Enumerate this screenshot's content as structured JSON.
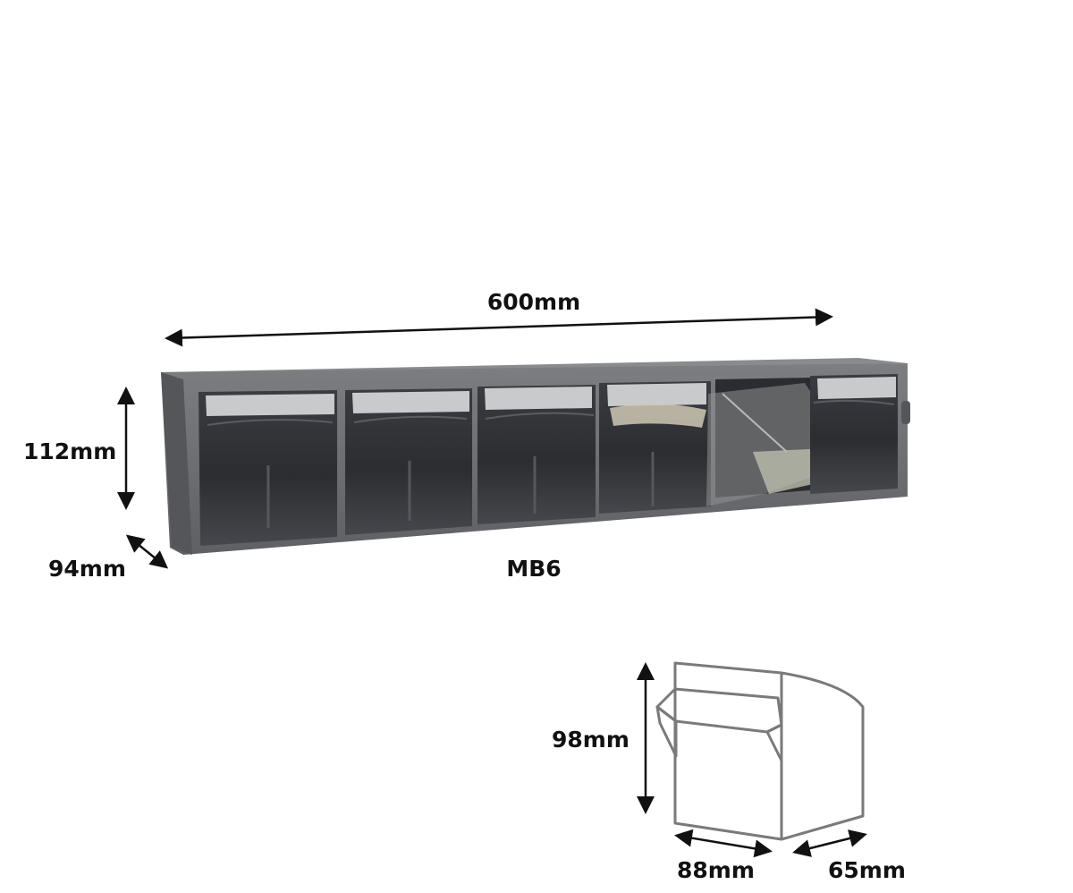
{
  "main_unit": {
    "model": "MB6",
    "width_label": "600mm",
    "height_label": "112mm",
    "depth_label": "94mm",
    "bin_count": 6
  },
  "single_bin": {
    "height_label": "98mm",
    "width_label": "88mm",
    "depth_label": "65mm"
  },
  "colors": {
    "frame": "#6e6f72",
    "bin": "#2e3034",
    "label_strip": "#c9cacc",
    "arrow": "#111111",
    "outline": "#7a7a7a"
  }
}
